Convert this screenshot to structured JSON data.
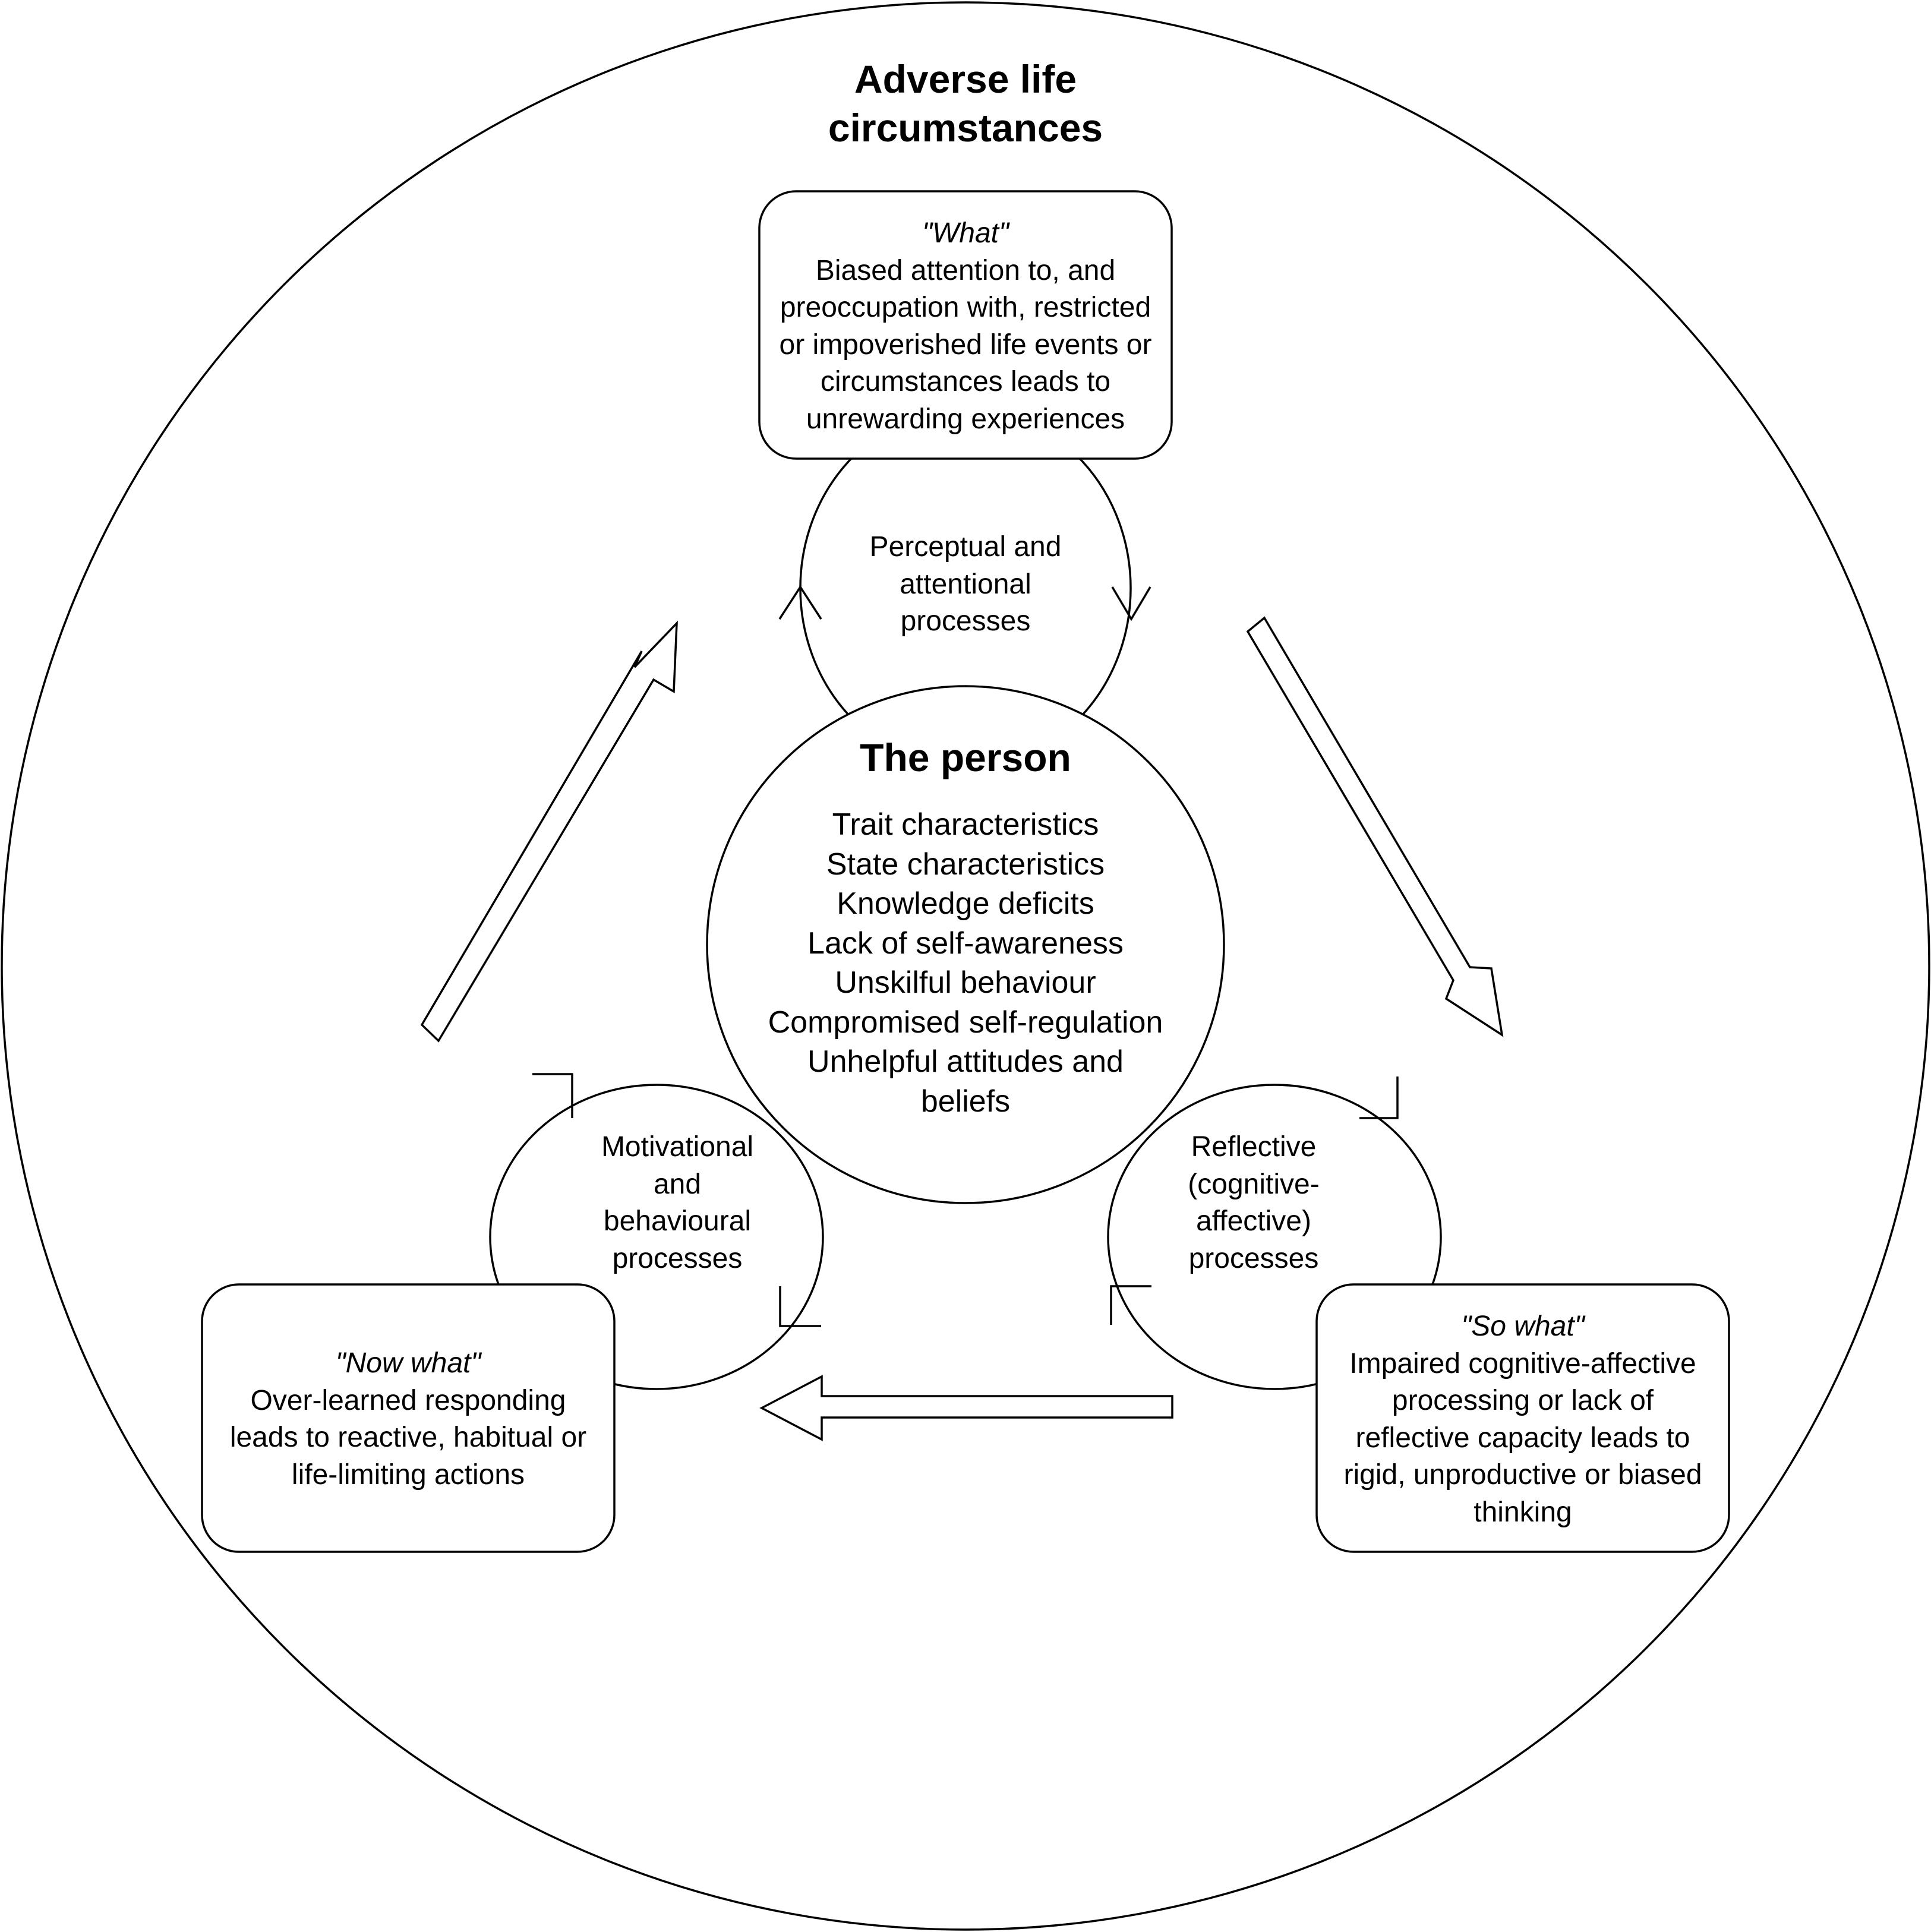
{
  "title": "Adverse life\ncircumstances",
  "person": {
    "title": "The person",
    "items": [
      "Trait characteristics",
      "State characteristics",
      "Knowledge deficits",
      "Lack of self-awareness",
      "Unskilful behaviour",
      "Compromised self-regulation",
      "Unhelpful attitudes and",
      "beliefs"
    ]
  },
  "processes": {
    "perceptual": "Perceptual and\nattentional\nprocesses",
    "motivational": "Motivational\nand\nbehavioural\nprocesses",
    "reflective": "Reflective\n(cognitive-\naffective)\nprocesses"
  },
  "boxes": {
    "what": {
      "heading": "\"What\"",
      "body": "Biased attention to, and\npreoccupation with, restricted\nor impoverished life events or\ncircumstances leads to\nunrewarding experiences"
    },
    "so_what": {
      "heading": "\"So what\"",
      "body": "Impaired cognitive-affective\nprocessing or lack of\nreflective capacity leads to\nrigid, unproductive or biased\nthinking"
    },
    "now_what": {
      "heading": "\"Now what\"",
      "body": "Over-learned responding\nleads to reactive, habitual or\nlife-limiting actions"
    }
  },
  "colors": {
    "stroke": "#000000",
    "fill": "#ffffff",
    "text": "#000000"
  }
}
